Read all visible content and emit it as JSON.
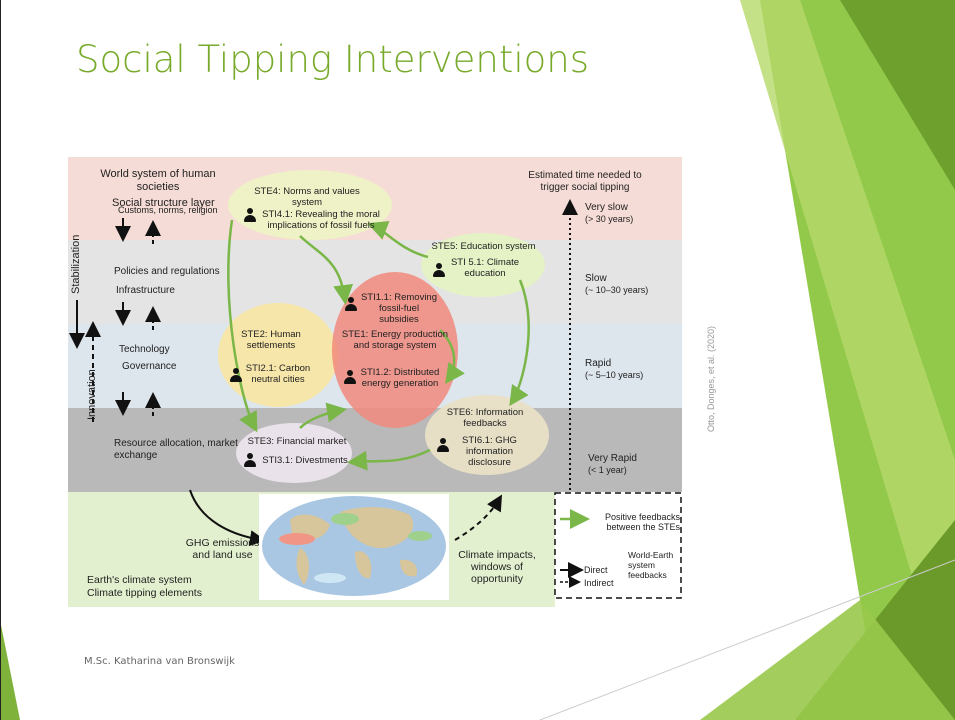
{
  "slide": {
    "title": "Social Tipping Interventions",
    "footer": "M.Sc. Katharina van Bronswijk",
    "credit": "Otto, Donges, et al. (2020)"
  },
  "diagram": {
    "header_left": "World system of human societies",
    "social_layer": "Social structure layer",
    "layers": [
      "Customs, norms, religion",
      "Policies and regulations",
      "Infrastructure",
      "Technology",
      "Governance",
      "Resource allocation, market exchange"
    ],
    "side_stabilization": "Stabilization",
    "side_innovation": "Innovation",
    "time_header": "Estimated time needed to trigger social tipping",
    "time_levels": [
      {
        "label": "Very slow",
        "range": "(> 30 years)"
      },
      {
        "label": "Slow",
        "range": "(~ 10–30 years)"
      },
      {
        "label": "Rapid",
        "range": "(~ 5–10 years)"
      },
      {
        "label": "Very Rapid",
        "range": "(< 1 year)"
      }
    ],
    "elements": {
      "ste4": {
        "name": "STE4: Norms and values system",
        "sti": "STI4.1: Revealing the moral implications of fossil fuels"
      },
      "ste5": {
        "name": "STE5: Education system",
        "sti": "STI 5.1: Climate education"
      },
      "sti11": "STI1.1: Removing fossil-fuel subsidies",
      "ste1": {
        "name": "STE1: Energy production and storage system",
        "sti": "STI1.2: Distributed energy generation"
      },
      "ste2": {
        "name": "STE2: Human settlements",
        "sti": "STI2.1: Carbon neutral cities"
      },
      "ste3": {
        "name": "STE3: Financial market",
        "sti": "STI3.1: Divestments"
      },
      "ste6": {
        "name": "STE6: Information feedbacks",
        "sti": "STI6.1: GHG information disclosure"
      }
    },
    "bottom": {
      "ghg": "GHG emissions and land use",
      "impacts": "Climate impacts, windows of opportunity",
      "earth1": "Earth's climate system",
      "earth2": "Climate tipping elements"
    },
    "legend": {
      "positive": "Positive feedbacks between the STEs",
      "direct": "Direct",
      "indirect": "Indirect",
      "world_earth": "World-Earth system feedbacks"
    },
    "colors": {
      "accent": "#77aa2b",
      "arrow_green": "#7ab648",
      "band_pink": "#f6dcd6",
      "band_gray": "#e4e4e4",
      "band_blue": "#dde5ed",
      "band_dark": "#b9b9b9",
      "earth_band": "#e3f0cf"
    }
  }
}
